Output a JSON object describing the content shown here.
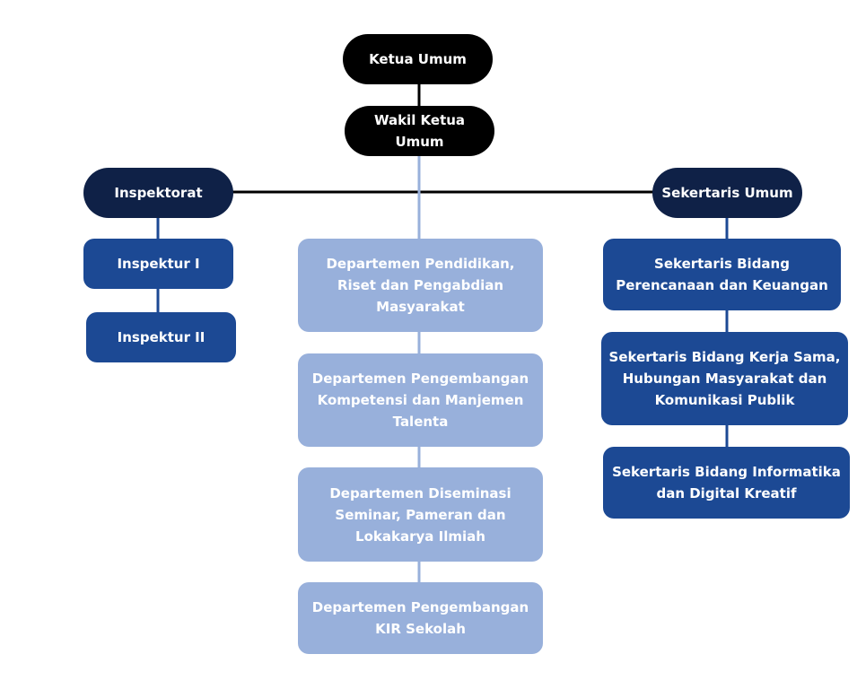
{
  "org_chart": {
    "top": {
      "ketua": "Ketua Umum",
      "wakil": "Wakil Ketua\nUmum"
    },
    "left_branch": {
      "head": "Inspektorat",
      "items": [
        "Inspektur I",
        "Inspektur II"
      ]
    },
    "center_branch": {
      "items": [
        "Departemen Pendidikan,\nRiset dan Pengabdian\nMasyarakat",
        "Departemen Pengembangan\nKompetensi dan Manjemen\nTalenta",
        "Departemen Diseminasi\nSeminar, Pameran dan\nLokakarya Ilmiah",
        "Departemen Pengembangan\nKIR Sekolah"
      ]
    },
    "right_branch": {
      "head": "Sekertaris Umum",
      "items": [
        "Sekertaris Bidang\nPerencanaan dan Keuangan",
        "Sekertaris Bidang Kerja Sama,\nHubungan Masyarakat dan\nKomunikasi Publik",
        "Sekertaris Bidang Informatika\ndan Digital Kreatif"
      ]
    },
    "colors": {
      "black": "#000000",
      "navy": "#0f2147",
      "blue": "#1c4994",
      "light_blue": "#98b0db",
      "connector_dark": "#000000",
      "connector_light": "#98b0db"
    }
  }
}
